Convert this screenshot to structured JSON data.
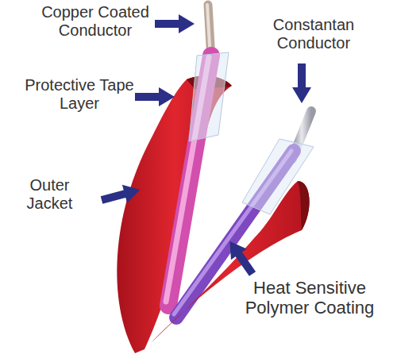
{
  "diagram": {
    "labels": [
      "Copper Coated Conductor",
      "Constantan Conductor",
      "Protective Tape Layer",
      "Outer Jacket",
      "Heat Sensitive Polymer Coating"
    ]
  }
}
